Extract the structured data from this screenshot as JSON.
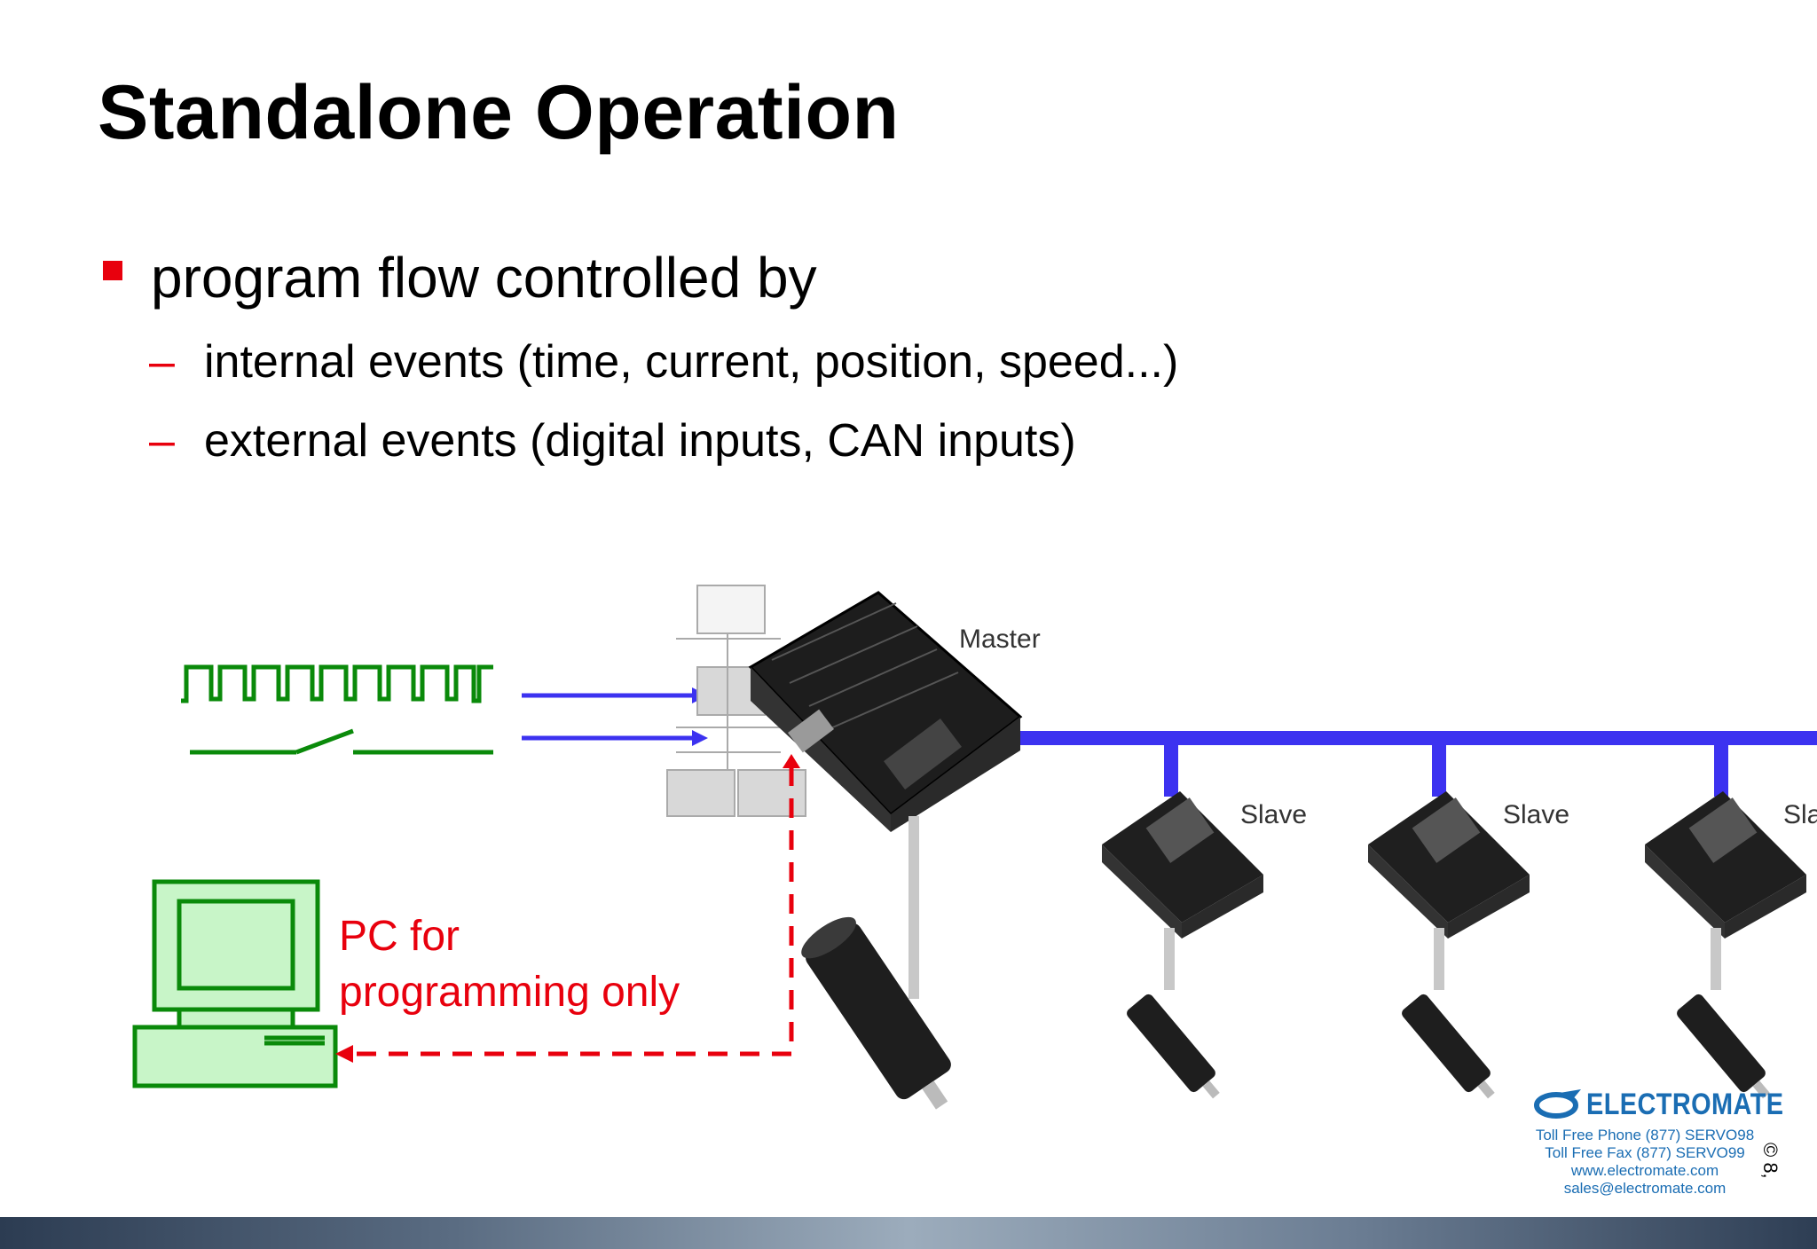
{
  "slide": {
    "title": "Standalone Operation",
    "bullet": "program flow controlled by",
    "sub_items": [
      "internal events (time, current, position, speed...)",
      "external events (digital inputs, CAN inputs)"
    ],
    "dash_symbol": "–"
  },
  "diagram": {
    "pc_label": "PC for\nprogramming only",
    "master_label": "Master",
    "slave_labels": [
      "Slave",
      "Slave",
      "Slave"
    ]
  },
  "footer": {
    "logo_name": "ELECTROMATE",
    "phone": "Toll Free Phone  (877) SERVO98",
    "fax": "Toll Free Fax  (877) SERVO99",
    "web": "www.electromate.com",
    "email": "sales@electromate.com",
    "copyright": "© 8,"
  },
  "colors": {
    "accent_red": "#e8000d",
    "signal_green": "#0a8a0a",
    "bus_blue": "#3c32f0",
    "logo_blue": "#1a6db3"
  }
}
